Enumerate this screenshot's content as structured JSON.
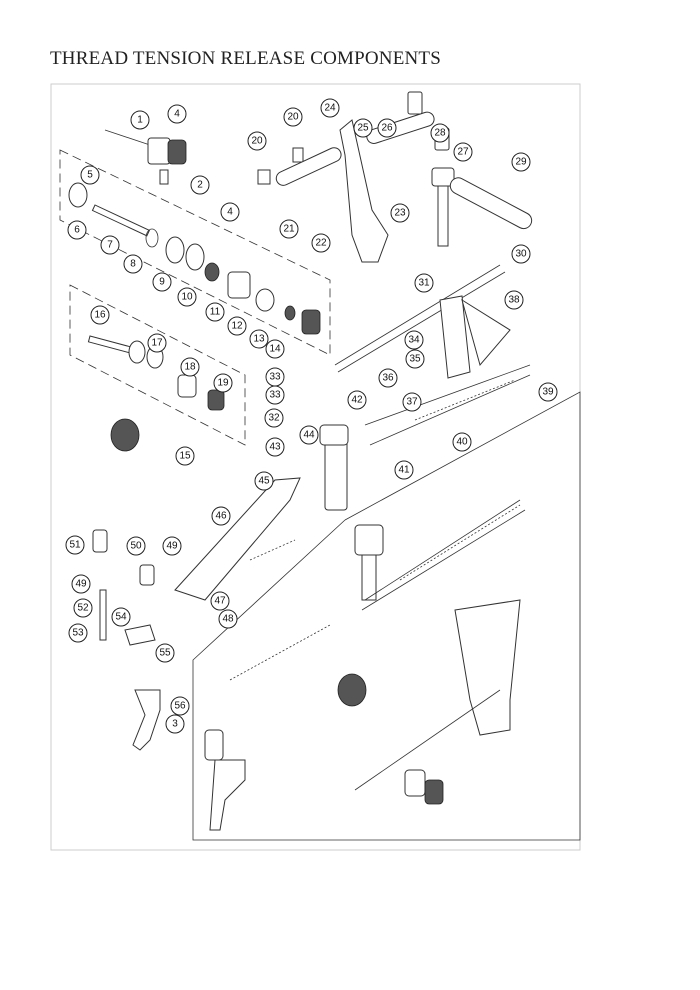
{
  "title": "THREAD TENSION RELEASE COMPONENTS",
  "callouts": [
    "1",
    "4",
    "2",
    "5",
    "6",
    "7",
    "8",
    "4",
    "9",
    "10",
    "11",
    "12",
    "13",
    "14",
    "16",
    "17",
    "18",
    "19",
    "15",
    "20",
    "20",
    "24",
    "21",
    "22",
    "25",
    "26",
    "28",
    "27",
    "29",
    "23",
    "30",
    "31",
    "38",
    "34",
    "35",
    "33",
    "33",
    "32",
    "36",
    "37",
    "39",
    "42",
    "44",
    "40",
    "43",
    "41",
    "45",
    "46",
    "51",
    "50",
    "49",
    "49",
    "47",
    "48",
    "52",
    "54",
    "53",
    "55",
    "56",
    "3"
  ]
}
